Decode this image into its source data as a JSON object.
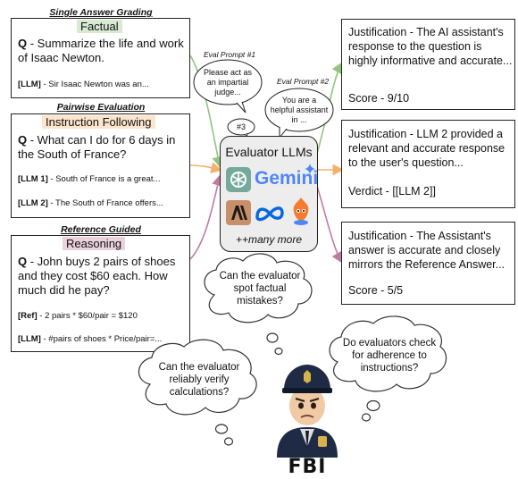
{
  "left": {
    "single": {
      "title": "Single Answer Grading",
      "tag": "Factual",
      "q_label": "Q",
      "question": " - Summarize the life and work of Isaac Newton.",
      "llm_label": "[LLM]",
      "llm_text": " - Sir Isaac Newton was an..."
    },
    "pairwise": {
      "title": "Pairwise Evaluation",
      "tag": "Instruction Following",
      "q_label": "Q",
      "question": " - What can I do for 6 days in the South of France?",
      "llm1_label": "[LLM 1]",
      "llm1_text": " - South of France is a great...",
      "llm2_label": "[LLM 2]",
      "llm2_text": " - The South of France offers..."
    },
    "reference": {
      "title": "Reference Guided",
      "tag": "Reasoning",
      "q_label": "Q",
      "question": " - John buys 2 pairs of shoes and they cost $60 each.  How much did he pay?",
      "ref_label": "[Ref]",
      "ref_text": " - 2 pairs * $60/pair = $120",
      "llm_label": "[LLM]",
      "llm_text": " - #pairs of shoes * Price/pair=..."
    }
  },
  "middle": {
    "prompt1_label": "Eval Prompt #1",
    "prompt2_label": "Eval Prompt #2",
    "prompt1_text": "Please act as an impartial judge...",
    "prompt2_text": "You are a helpful assistant in ...",
    "prompt3_label": "#3",
    "evaluator_title": "Evaluator LLMs",
    "gemini_label": "Gemini",
    "more_label": "++many more"
  },
  "right": {
    "box1": {
      "text": "Justification - The AI assistant's response to the question is highly informative and accurate...",
      "score": "Score - 9/10"
    },
    "box2": {
      "text": "Justification - LLM 2 provided a relevant and accurate response to the user's question...",
      "score": "Verdict - [[LLM 2]]"
    },
    "box3": {
      "text": "Justification - The Assistant's answer is accurate and closely mirrors the Reference Answer...",
      "score": "Score - 5/5"
    }
  },
  "bubbles": {
    "b1": "Can the evaluator spot factual mistakes?",
    "b2": "Do evaluators check for adherence to instructions?",
    "b3": "Can the evaluator reliably verify calculations?"
  },
  "police_label": "FBI",
  "colors": {
    "factual_bg": "#d9ead3",
    "instruction_bg": "#fce5cd",
    "reasoning_bg": "#ead1dc",
    "arrow_green": "#93c47d",
    "arrow_orange": "#f6b26b",
    "arrow_pink": "#c27ba0"
  }
}
